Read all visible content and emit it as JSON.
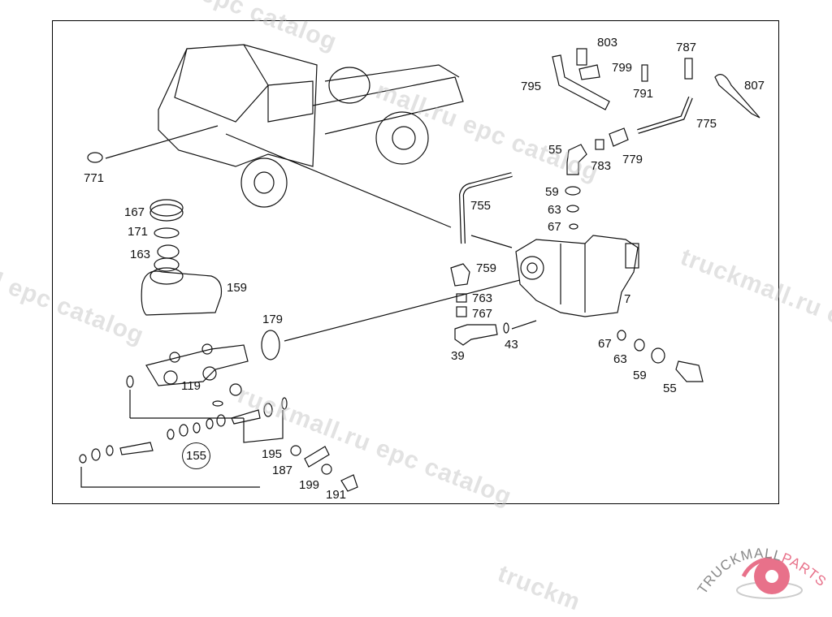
{
  "diagram": {
    "part_labels": [
      "803",
      "799",
      "795",
      "791",
      "787",
      "807",
      "775",
      "55",
      "783",
      "779",
      "771",
      "59",
      "755",
      "63",
      "67",
      "167",
      "171",
      "163",
      "159",
      "759",
      "763",
      "767",
      "7",
      "179",
      "39",
      "43",
      "67",
      "63",
      "59",
      "55",
      "119",
      "155",
      "195",
      "187",
      "199",
      "191"
    ]
  },
  "watermark": {
    "text": "truckmall.ru epc catalog",
    "fragments": [
      "epc catalog",
      "mall.ru epc catalog",
      "truckmall.ru epc",
      "l epc catalog",
      "ruckmall.ru epc catalog",
      "truckm"
    ]
  },
  "logo": {
    "text_dark": "TRUCKMALL",
    "text_accent": "PARTS",
    "accent_color": "#e8718a",
    "dark_color": "#888888"
  }
}
